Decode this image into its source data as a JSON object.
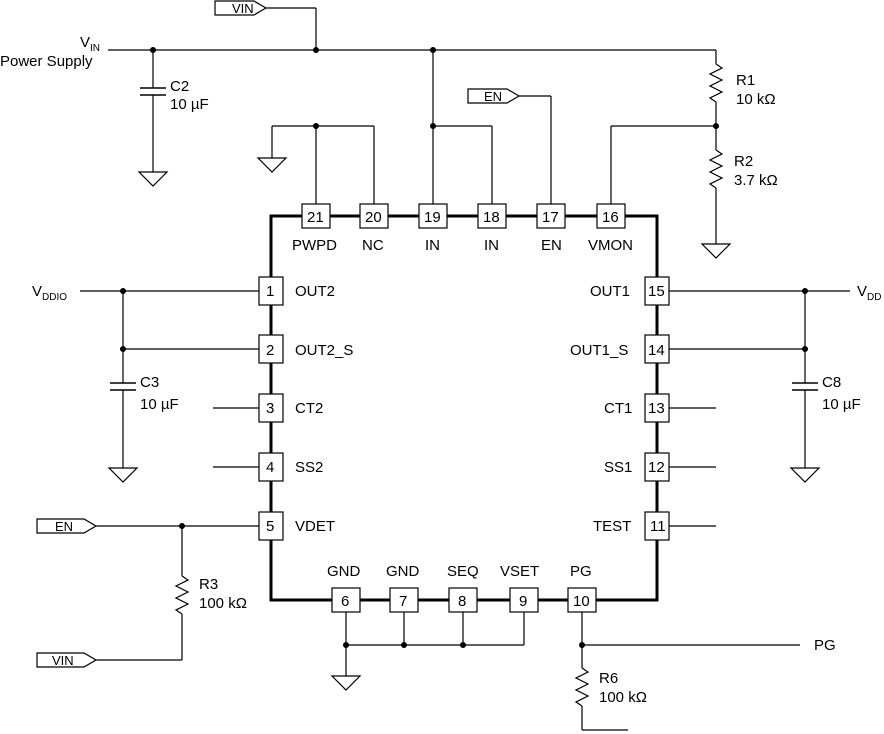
{
  "vin_label": "V",
  "vin_sub": "IN",
  "power_supply": "Power Supply",
  "vddio_label": "V",
  "vddio_sub": "DDIO",
  "vdd_label": "V",
  "vdd_sub": "DD",
  "pg_net": "PG",
  "flags": {
    "vin_top": "VIN",
    "en_top": "EN",
    "en_left": "EN",
    "vin_bottom": "VIN"
  },
  "components": {
    "c2": {
      "ref": "C2",
      "value": "10 µF"
    },
    "c3": {
      "ref": "C3",
      "value": "10 µF"
    },
    "c8": {
      "ref": "C8",
      "value": "10 µF"
    },
    "r1": {
      "ref": "R1",
      "value": "10 kΩ"
    },
    "r2": {
      "ref": "R2",
      "value": "3.7 kΩ"
    },
    "r3": {
      "ref": "R3",
      "value": "100 kΩ"
    },
    "r6": {
      "ref": "R6",
      "value": "100 kΩ"
    }
  },
  "pins": {
    "p1": {
      "num": "1",
      "name": "OUT2"
    },
    "p2": {
      "num": "2",
      "name": "OUT2_S"
    },
    "p3": {
      "num": "3",
      "name": "CT2"
    },
    "p4": {
      "num": "4",
      "name": "SS2"
    },
    "p5": {
      "num": "5",
      "name": "VDET"
    },
    "p6": {
      "num": "6",
      "name": "GND"
    },
    "p7": {
      "num": "7",
      "name": "GND"
    },
    "p8": {
      "num": "8",
      "name": "SEQ"
    },
    "p9": {
      "num": "9",
      "name": "VSET"
    },
    "p10": {
      "num": "10",
      "name": "PG"
    },
    "p11": {
      "num": "11",
      "name": "TEST"
    },
    "p12": {
      "num": "12",
      "name": "SS1"
    },
    "p13": {
      "num": "13",
      "name": "CT1"
    },
    "p14": {
      "num": "14",
      "name": "OUT1_S"
    },
    "p15": {
      "num": "15",
      "name": "OUT1"
    },
    "p16": {
      "num": "16",
      "name": "VMON"
    },
    "p17": {
      "num": "17",
      "name": "EN"
    },
    "p18": {
      "num": "18",
      "name": "IN"
    },
    "p19": {
      "num": "19",
      "name": "IN"
    },
    "p20": {
      "num": "20",
      "name": "NC"
    },
    "p21": {
      "num": "21",
      "name": "PWPD"
    }
  }
}
